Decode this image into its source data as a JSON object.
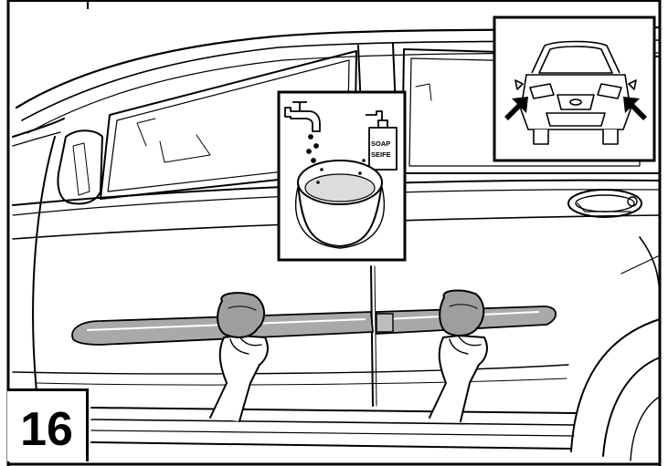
{
  "step": {
    "number": "16"
  },
  "soap_bottle": {
    "label_line1": "SOAP",
    "label_line2": "SEIFE"
  },
  "icons": {
    "faucet": "faucet-icon",
    "soap_bottle": "soap-bottle-icon",
    "bucket": "bucket-icon",
    "car_front": "car-front-icon",
    "arrows": "arrow-icon",
    "hands": "hand-icon",
    "sponges": "sponge-icon"
  },
  "colors": {
    "line": "#000000",
    "background": "#ffffff",
    "molding": "#a9a9a9",
    "water": "#dcdcdc"
  }
}
